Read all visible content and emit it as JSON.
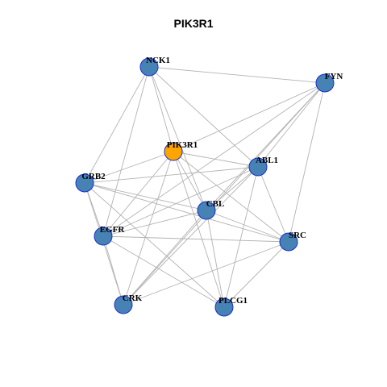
{
  "title": "PIK3R1",
  "colors": {
    "node": "#4682B4",
    "node_border": "#1a2fcf",
    "focus_node": "#FFA500",
    "edge": "#b3b3b3"
  },
  "nodes": [
    {
      "id": "NCK1",
      "label": "NCK1",
      "focus": false
    },
    {
      "id": "FYN",
      "label": "FYN",
      "focus": false
    },
    {
      "id": "PIK3R1",
      "label": "PIK3R1",
      "focus": true
    },
    {
      "id": "ABL1",
      "label": "ABL1",
      "focus": false
    },
    {
      "id": "GRB2",
      "label": "GRB2",
      "focus": false
    },
    {
      "id": "CBL",
      "label": "CBL",
      "focus": false
    },
    {
      "id": "EGFR",
      "label": "EGFR",
      "focus": false
    },
    {
      "id": "SRC",
      "label": "SRC",
      "focus": false
    },
    {
      "id": "CRK",
      "label": "CRK",
      "focus": false
    },
    {
      "id": "PLCG1",
      "label": "PLCG1",
      "focus": false
    }
  ],
  "edges": [
    [
      "NCK1",
      "FYN"
    ],
    [
      "NCK1",
      "PIK3R1"
    ],
    [
      "NCK1",
      "ABL1"
    ],
    [
      "NCK1",
      "GRB2"
    ],
    [
      "NCK1",
      "EGFR"
    ],
    [
      "NCK1",
      "CBL"
    ],
    [
      "FYN",
      "PIK3R1"
    ],
    [
      "FYN",
      "ABL1"
    ],
    [
      "FYN",
      "CBL"
    ],
    [
      "FYN",
      "SRC"
    ],
    [
      "FYN",
      "EGFR"
    ],
    [
      "FYN",
      "CRK"
    ],
    [
      "PIK3R1",
      "ABL1"
    ],
    [
      "PIK3R1",
      "GRB2"
    ],
    [
      "PIK3R1",
      "CBL"
    ],
    [
      "PIK3R1",
      "EGFR"
    ],
    [
      "PIK3R1",
      "SRC"
    ],
    [
      "PIK3R1",
      "CRK"
    ],
    [
      "PIK3R1",
      "PLCG1"
    ],
    [
      "ABL1",
      "GRB2"
    ],
    [
      "ABL1",
      "CBL"
    ],
    [
      "ABL1",
      "SRC"
    ],
    [
      "ABL1",
      "CRK"
    ],
    [
      "ABL1",
      "PLCG1"
    ],
    [
      "ABL1",
      "EGFR"
    ],
    [
      "GRB2",
      "CBL"
    ],
    [
      "GRB2",
      "EGFR"
    ],
    [
      "GRB2",
      "CRK"
    ],
    [
      "GRB2",
      "SRC"
    ],
    [
      "GRB2",
      "PLCG1"
    ],
    [
      "CBL",
      "EGFR"
    ],
    [
      "CBL",
      "SRC"
    ],
    [
      "CBL",
      "CRK"
    ],
    [
      "CBL",
      "PLCG1"
    ],
    [
      "EGFR",
      "SRC"
    ],
    [
      "EGFR",
      "CRK"
    ],
    [
      "EGFR",
      "PLCG1"
    ],
    [
      "SRC",
      "CRK"
    ],
    [
      "SRC",
      "PLCG1"
    ]
  ]
}
